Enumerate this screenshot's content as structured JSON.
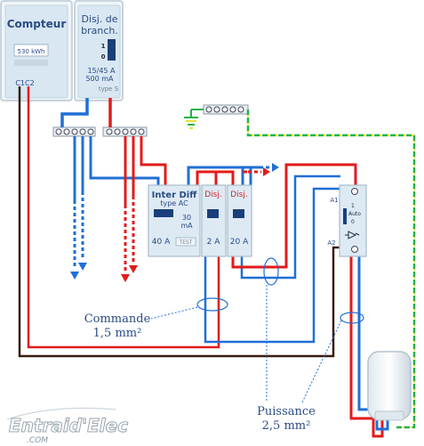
{
  "meter": {
    "title": "Compteur",
    "reading": "530 kWh",
    "terminals": "C1C2"
  },
  "branch_breaker": {
    "title_line1": "Disj. de",
    "title_line2": "branch.",
    "state_on": "1",
    "state_off": "0",
    "rating": "15/45 A",
    "sensitivity": "500 mA",
    "type": "type S"
  },
  "rcd": {
    "title": "Inter Diff",
    "type": "type AC",
    "sensitivity_value": "30",
    "sensitivity_unit": "mA",
    "rating": "40 A",
    "test_label": "TEST"
  },
  "breakers": [
    {
      "label": "Disj.",
      "rating": "2 A"
    },
    {
      "label": "Disj.",
      "rating": "20 A"
    }
  ],
  "contactor": {
    "terminal_top": "A1",
    "terminal_bottom": "A2",
    "mode_on": "1",
    "mode_auto": "Auto",
    "mode_off": "0"
  },
  "annotations": {
    "command_line1": "Commande",
    "command_line2": "1,5 mm²",
    "power_line1": "Puissance",
    "power_line2": "2,5 mm²"
  },
  "logo": {
    "main": "Entraid'Elec",
    "sub": ".COM"
  },
  "colors": {
    "phase": "#e21b1b",
    "neutral": "#1f6fd6",
    "earth": "#22b14c",
    "earth_dash": "#e8e23a",
    "control": "#3a1c10",
    "panel": "#ddeaf4",
    "label_blue": "#2a4b86"
  }
}
